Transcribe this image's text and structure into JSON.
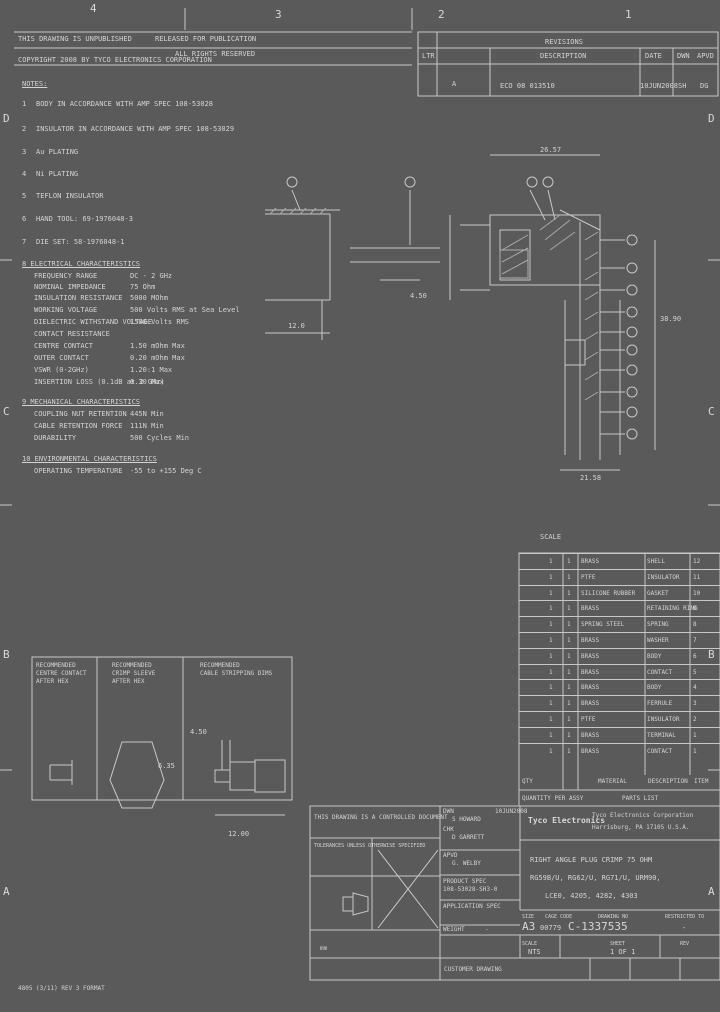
{
  "zone_cols": [
    "4",
    "3",
    "2",
    "1"
  ],
  "zone_rows": [
    "D",
    "C",
    "B",
    "A"
  ],
  "header": {
    "line1": "THIS DRAWING IS UNPUBLISHED",
    "line2": "RELEASED FOR PUBLICATION",
    "line3": "ALL RIGHTS RESERVED",
    "line4": "COPYRIGHT 2008   BY TYCO ELECTRONICS CORPORATION"
  },
  "revisions": {
    "title": "REVISIONS",
    "col_ltr": "LTR",
    "col_desc": "DESCRIPTION",
    "col_date": "DATE",
    "col_dwn": "DWN",
    "col_apvd": "APVD",
    "row_ltr": "A",
    "row_desc": "ECO  08  013510",
    "row_date": "10JUN2008",
    "row_dwn": "SH",
    "row_apvd": "DG"
  },
  "notes_title": "NOTES:",
  "notes": [
    {
      "num": "1",
      "text": "BODY IN ACCORDANCE WITH AMP SPEC 108-53028"
    },
    {
      "num": "2",
      "text": "INSULATOR IN ACCORDANCE WITH AMP SPEC 108-53029"
    },
    {
      "num": "3",
      "text": "Au PLATING"
    },
    {
      "num": "4",
      "text": "Ni PLATING"
    },
    {
      "num": "5",
      "text": "TEFLON INSULATOR"
    },
    {
      "num": "6",
      "text": "HAND TOOL: 69-1976048-3"
    },
    {
      "num": "7",
      "text": "DIE SET: 58-1976048-1"
    }
  ],
  "electrical": {
    "title": "8  ELECTRICAL CHARACTERISTICS",
    "rows": [
      {
        "k": "FREQUENCY RANGE",
        "v": "DC - 2 GHz"
      },
      {
        "k": "NOMINAL IMPEDANCE",
        "v": "75 Ohm"
      },
      {
        "k": "INSULATION RESISTANCE",
        "v": "5000 MOhm"
      },
      {
        "k": "WORKING VOLTAGE",
        "v": "500 Volts RMS at Sea Level"
      },
      {
        "k": "DIELECTRIC WITHSTAND VOLTAGE",
        "v": "1500 Volts RMS"
      },
      {
        "k": "CONTACT RESISTANCE",
        "v": ""
      },
      {
        "k": "  CENTRE CONTACT",
        "v": "1.50 mOhm Max"
      },
      {
        "k": "  OUTER CONTACT",
        "v": "0.20 mOhm Max"
      },
      {
        "k": "VSWR (0-2GHz)",
        "v": "1.20:1 Max"
      },
      {
        "k": "INSERTION LOSS (0.1dB at 2 GHz)",
        "v": "0.30 Max"
      }
    ]
  },
  "mechanical": {
    "title": "9  MECHANICAL CHARACTERISTICS",
    "rows": [
      {
        "k": "COUPLING NUT RETENTION",
        "v": "445N Min"
      },
      {
        "k": "CABLE RETENTION FORCE",
        "v": "111N Min"
      },
      {
        "k": "DURABILITY",
        "v": "500 Cycles Min"
      }
    ]
  },
  "environmental": {
    "title": "10  ENVIRONMENTAL CHARACTERISTICS",
    "rows": [
      {
        "k": "OPERATING TEMPERATURE",
        "v": "-55 to +155 Deg C"
      }
    ]
  },
  "dims": {
    "d1": "12.0",
    "d2": "4.50",
    "d3": "26.57",
    "d4": "21.58",
    "d5": "38.90",
    "d6": "4.50",
    "d7": "12.00",
    "d8": "6.35"
  },
  "bom": {
    "scale": "SCALE",
    "rows": [
      {
        "qty": "1",
        "n": "1",
        "mat": "BRASS",
        "desc": "SHELL",
        "item": "12"
      },
      {
        "qty": "1",
        "n": "1",
        "mat": "PTFE",
        "desc": "INSULATOR",
        "item": "11"
      },
      {
        "qty": "1",
        "n": "1",
        "mat": "SILICONE RUBBER",
        "desc": "GASKET",
        "item": "10"
      },
      {
        "qty": "1",
        "n": "1",
        "mat": "BRASS",
        "desc": "RETAINING RING",
        "item": "9"
      },
      {
        "qty": "1",
        "n": "1",
        "mat": "SPRING STEEL",
        "desc": "SPRING",
        "item": "8"
      },
      {
        "qty": "1",
        "n": "1",
        "mat": "BRASS",
        "desc": "WASHER",
        "item": "7"
      },
      {
        "qty": "1",
        "n": "1",
        "mat": "BRASS",
        "desc": "BODY",
        "item": "6"
      },
      {
        "qty": "1",
        "n": "1",
        "mat": "BRASS",
        "desc": "CONTACT",
        "item": "5"
      },
      {
        "qty": "1",
        "n": "1",
        "mat": "BRASS",
        "desc": "BODY",
        "item": "4"
      },
      {
        "qty": "1",
        "n": "1",
        "mat": "BRASS",
        "desc": "FERRULE",
        "item": "3"
      },
      {
        "qty": "1",
        "n": "1",
        "mat": "PTFE",
        "desc": "INSULATOR",
        "item": "2"
      },
      {
        "qty": "1",
        "n": "1",
        "mat": "BRASS",
        "desc": "TERMINAL",
        "item": "1"
      },
      {
        "qty": "1",
        "n": "1",
        "mat": "BRASS",
        "desc": "CONTACT",
        "item": "1"
      }
    ],
    "head_qty": "QTY",
    "head_mat": "MATERIAL",
    "head_desc": "DESCRIPTION",
    "head_item": "ITEM",
    "footer_left": "QUANTITY PER ASSY",
    "footer_right": "PARTS LIST"
  },
  "prep": {
    "col1_title": "RECOMMENDED\nCENTRE CONTACT\nAFTER HEX",
    "col2_title": "RECOMMENDED\nCRIMP SLEEVE\nAFTER HEX",
    "col3_title": "RECOMMENDED\nCABLE STRIPPING DIMS",
    "hex_dim": "6.35",
    "strip_dim1": "4.50",
    "strip_dim2": "12.00"
  },
  "titleblock": {
    "controlled": "THIS DRAWING IS A CONTROLLED DOCUMENT",
    "dwn_label": "DWN",
    "dwn_name": "S HOWARD",
    "dwn_date": "10JUN2008",
    "chk_label": "CHK",
    "chk_name": "D GARRETT",
    "apvd_label": "APVD",
    "apvd_name": "G. WELBY",
    "company1": "Tyco Electronics",
    "company2": "Tyco Electronics Corporation",
    "company3": "Harrisburg, PA 17105 U.S.A.",
    "product_spec": "PRODUCT SPEC",
    "product_spec_val": "108-53028-SH3-0",
    "application_spec": "APPLICATION SPEC",
    "weight": "WEIGHT",
    "weight_val": "-",
    "title1": "RIGHT ANGLE PLUG CRIMP 75 OHM",
    "title2": "RG59B/U, RG62/U, RG71/U, URM90,",
    "title3": "LCE0, 4205, 4282, 4303",
    "size_label": "SIZE",
    "size": "A3",
    "cage_label": "CAGE CODE",
    "cage": "00779",
    "dwg_no_label": "DRAWING NO",
    "dwg_no": "C-1337535",
    "rev_label": "RESTRICTED TO",
    "rev": "-",
    "scale_label": "SCALE",
    "scale": "NTS",
    "sheet_label": "SHEET",
    "sheet": "1 OF 1",
    "rev2": "REV",
    "customer": "CUSTOMER DRAWING",
    "tolerances": "TOLERANCES UNLESS OTHERWISE SPECIFIED",
    "mm": "mm",
    "footer": "4805 (3/11)  REV 3  FORMAT"
  }
}
